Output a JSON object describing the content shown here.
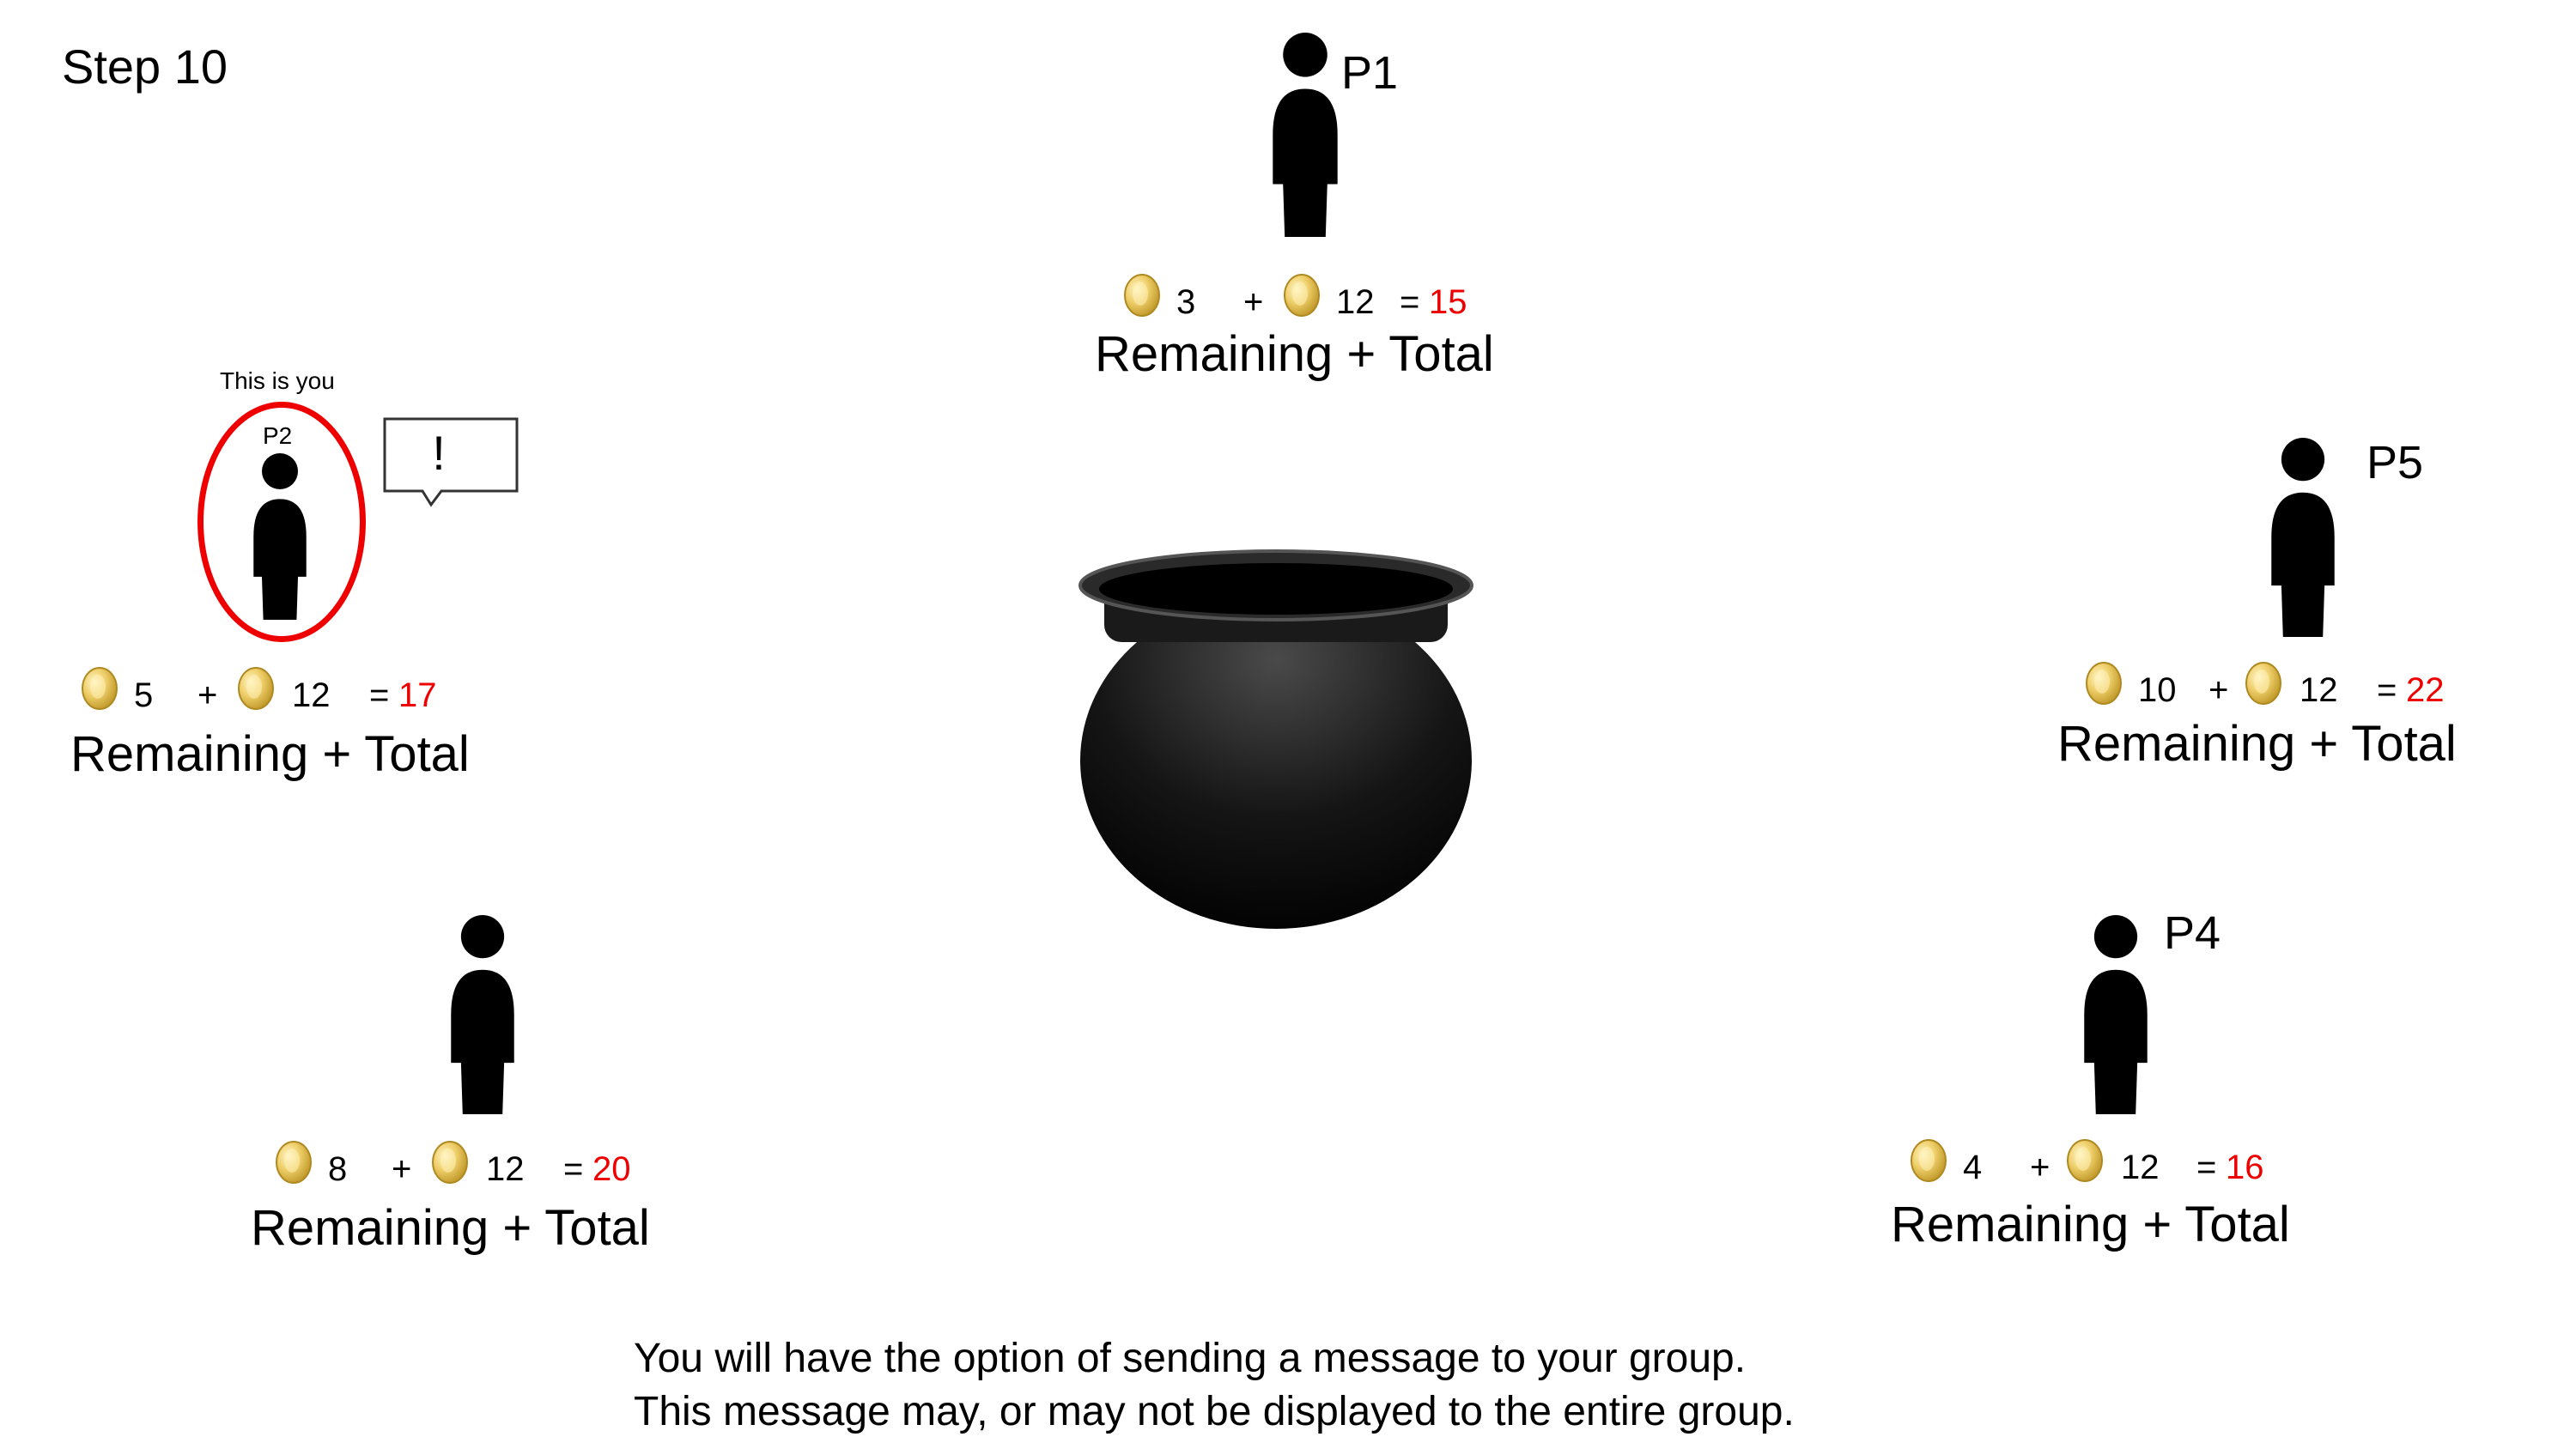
{
  "step": "Step 10",
  "you_label": "This is you",
  "speech_bubble": "!",
  "label_remaining_total": "Remaining + Total",
  "players": {
    "p1": {
      "name": "P1",
      "remaining": "3",
      "plus": "+",
      "total": "12",
      "equals": "=",
      "result": "15"
    },
    "p2": {
      "name": "P2",
      "remaining": "5",
      "plus": "+",
      "total": "12",
      "equals": "=",
      "result": "17",
      "is_you": true
    },
    "p3": {
      "name": "",
      "remaining": "8",
      "plus": "+",
      "total": "12",
      "equals": "=",
      "result": "20"
    },
    "p4": {
      "name": "P4",
      "remaining": "4",
      "plus": "+",
      "total": "12",
      "equals": "=",
      "result": "16"
    },
    "p5": {
      "name": "P5",
      "remaining": "10",
      "plus": "+",
      "total": "12",
      "equals": "=",
      "result": "22"
    }
  },
  "message": {
    "line1": "You will have the option of sending a message to your group.",
    "line2": "This message may, or may not be displayed to the entire group."
  },
  "colors": {
    "highlight": "#ee0000",
    "figure": "#000000",
    "coin": "#e6bf4a"
  },
  "icons": {
    "coin": "gold-coin-icon",
    "person": "person-icon",
    "pot": "cauldron-icon",
    "bubble": "speech-bubble-icon"
  }
}
